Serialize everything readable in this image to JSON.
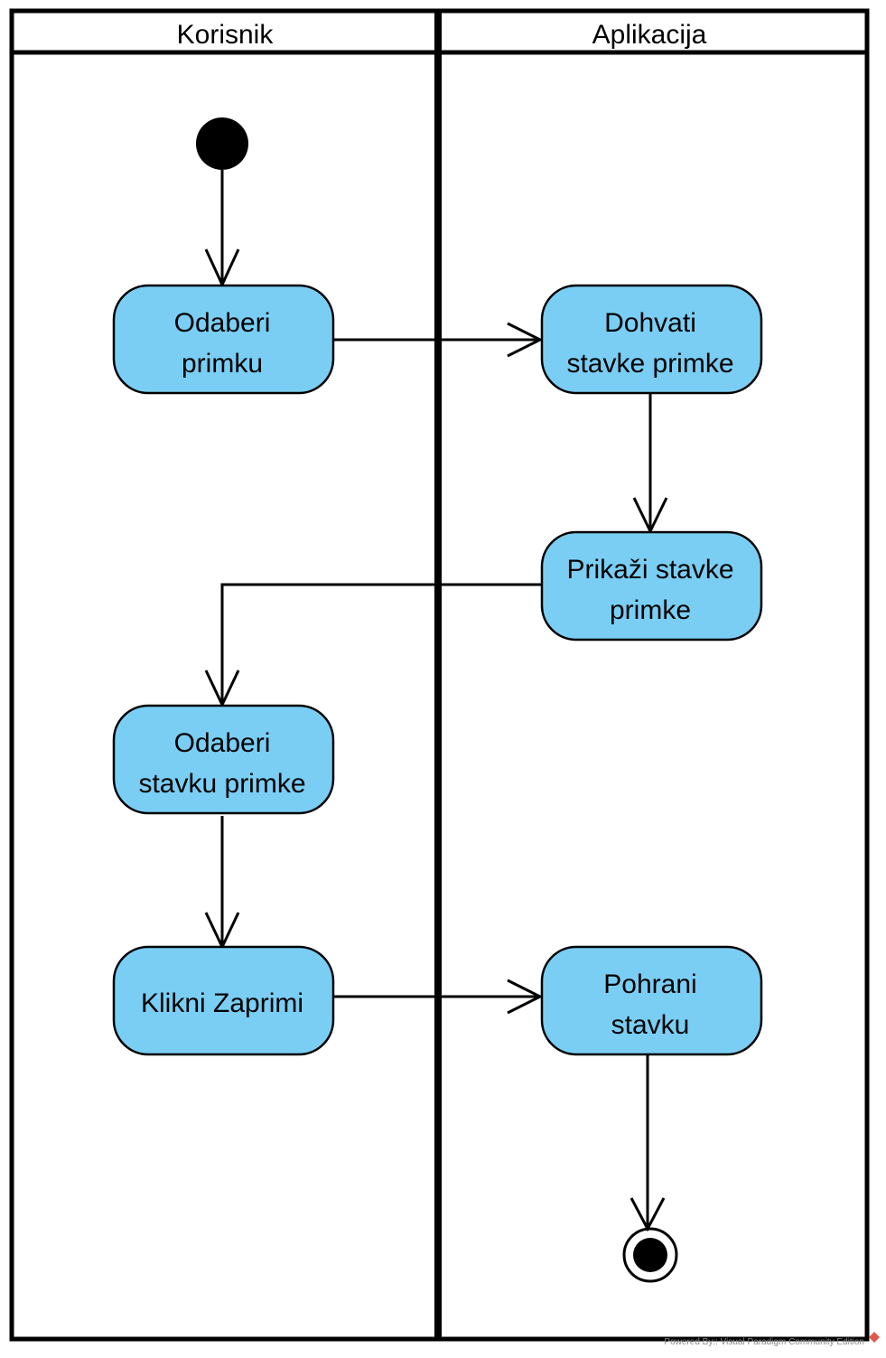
{
  "swimlanes": [
    {
      "title": "Korisnik"
    },
    {
      "title": "Aplikacija"
    }
  ],
  "actions": {
    "odaberi_primku": {
      "lines": [
        "Odaberi",
        "primku"
      ]
    },
    "dohvati_stavke": {
      "lines": [
        "Dohvati",
        "stavke primke"
      ]
    },
    "prikazi_stavke": {
      "lines": [
        "Prikaži stavke",
        "primke"
      ]
    },
    "odaberi_stavku": {
      "lines": [
        "Odaberi",
        "stavku primke"
      ]
    },
    "klikni_zaprimi": {
      "lines": [
        "Klikni Zaprimi"
      ]
    },
    "pohrani_stavku": {
      "lines": [
        "Pohrani",
        "stavku"
      ]
    }
  },
  "colors": {
    "action_fill": "#7acef4",
    "stroke": "#000000"
  },
  "watermark": "Powered By:: Visual Paradigm Community Edition"
}
